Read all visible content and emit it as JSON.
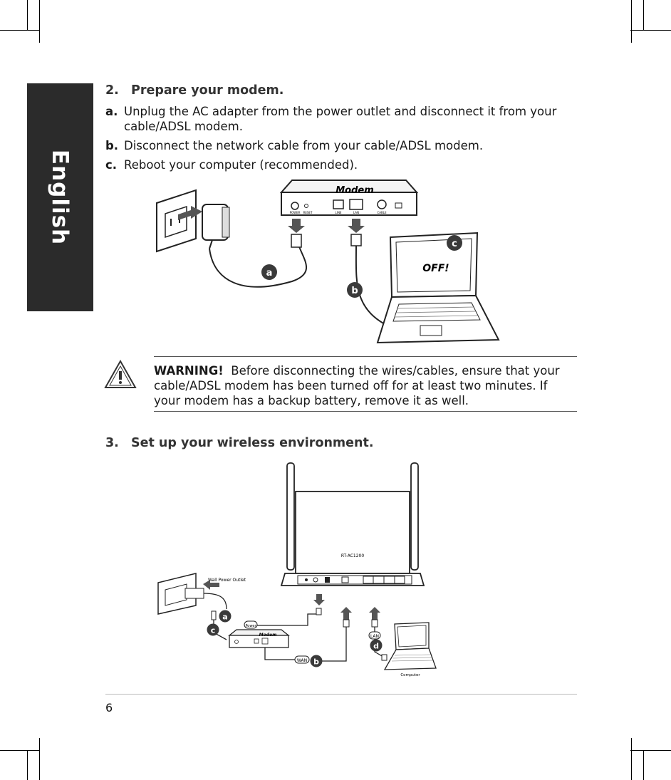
{
  "side_tab": {
    "label": "English"
  },
  "section2": {
    "number": "2.",
    "title": "Prepare your modem.",
    "items": [
      {
        "label": "a.",
        "text": "Unplug the AC adapter from the power outlet and disconnect it from your cable/ADSL modem."
      },
      {
        "label": "b.",
        "text": "Disconnect the network cable from your cable/ADSL modem."
      },
      {
        "label": "c.",
        "text": "Reboot your computer (recommended)."
      }
    ]
  },
  "figure1": {
    "modem_label": "Modem",
    "screen_text": "OFF!",
    "callouts": [
      "a",
      "b",
      "c"
    ],
    "port_labels": [
      "POWER",
      "RESET",
      "LINE",
      "LAN",
      "CABLE"
    ]
  },
  "warning": {
    "label": "WARNING!",
    "text": "Before disconnecting the wires/cables, ensure that your cable/ADSL modem has been turned off for at least two minutes. If your modem has a backup battery, remove it as well."
  },
  "section3": {
    "number": "3.",
    "title": "Set up your wireless environment."
  },
  "figure2": {
    "router_model": "RT-AC1200",
    "wall_outlet_label": "Wall Power Outlet",
    "power_tag": "Power",
    "modem_label": "Modem",
    "wan_tag": "WAN",
    "lan_tag": "LAN",
    "computer_label": "Computer",
    "callouts": [
      "a",
      "b",
      "c",
      "d"
    ]
  },
  "footer": {
    "page_number": "6"
  }
}
